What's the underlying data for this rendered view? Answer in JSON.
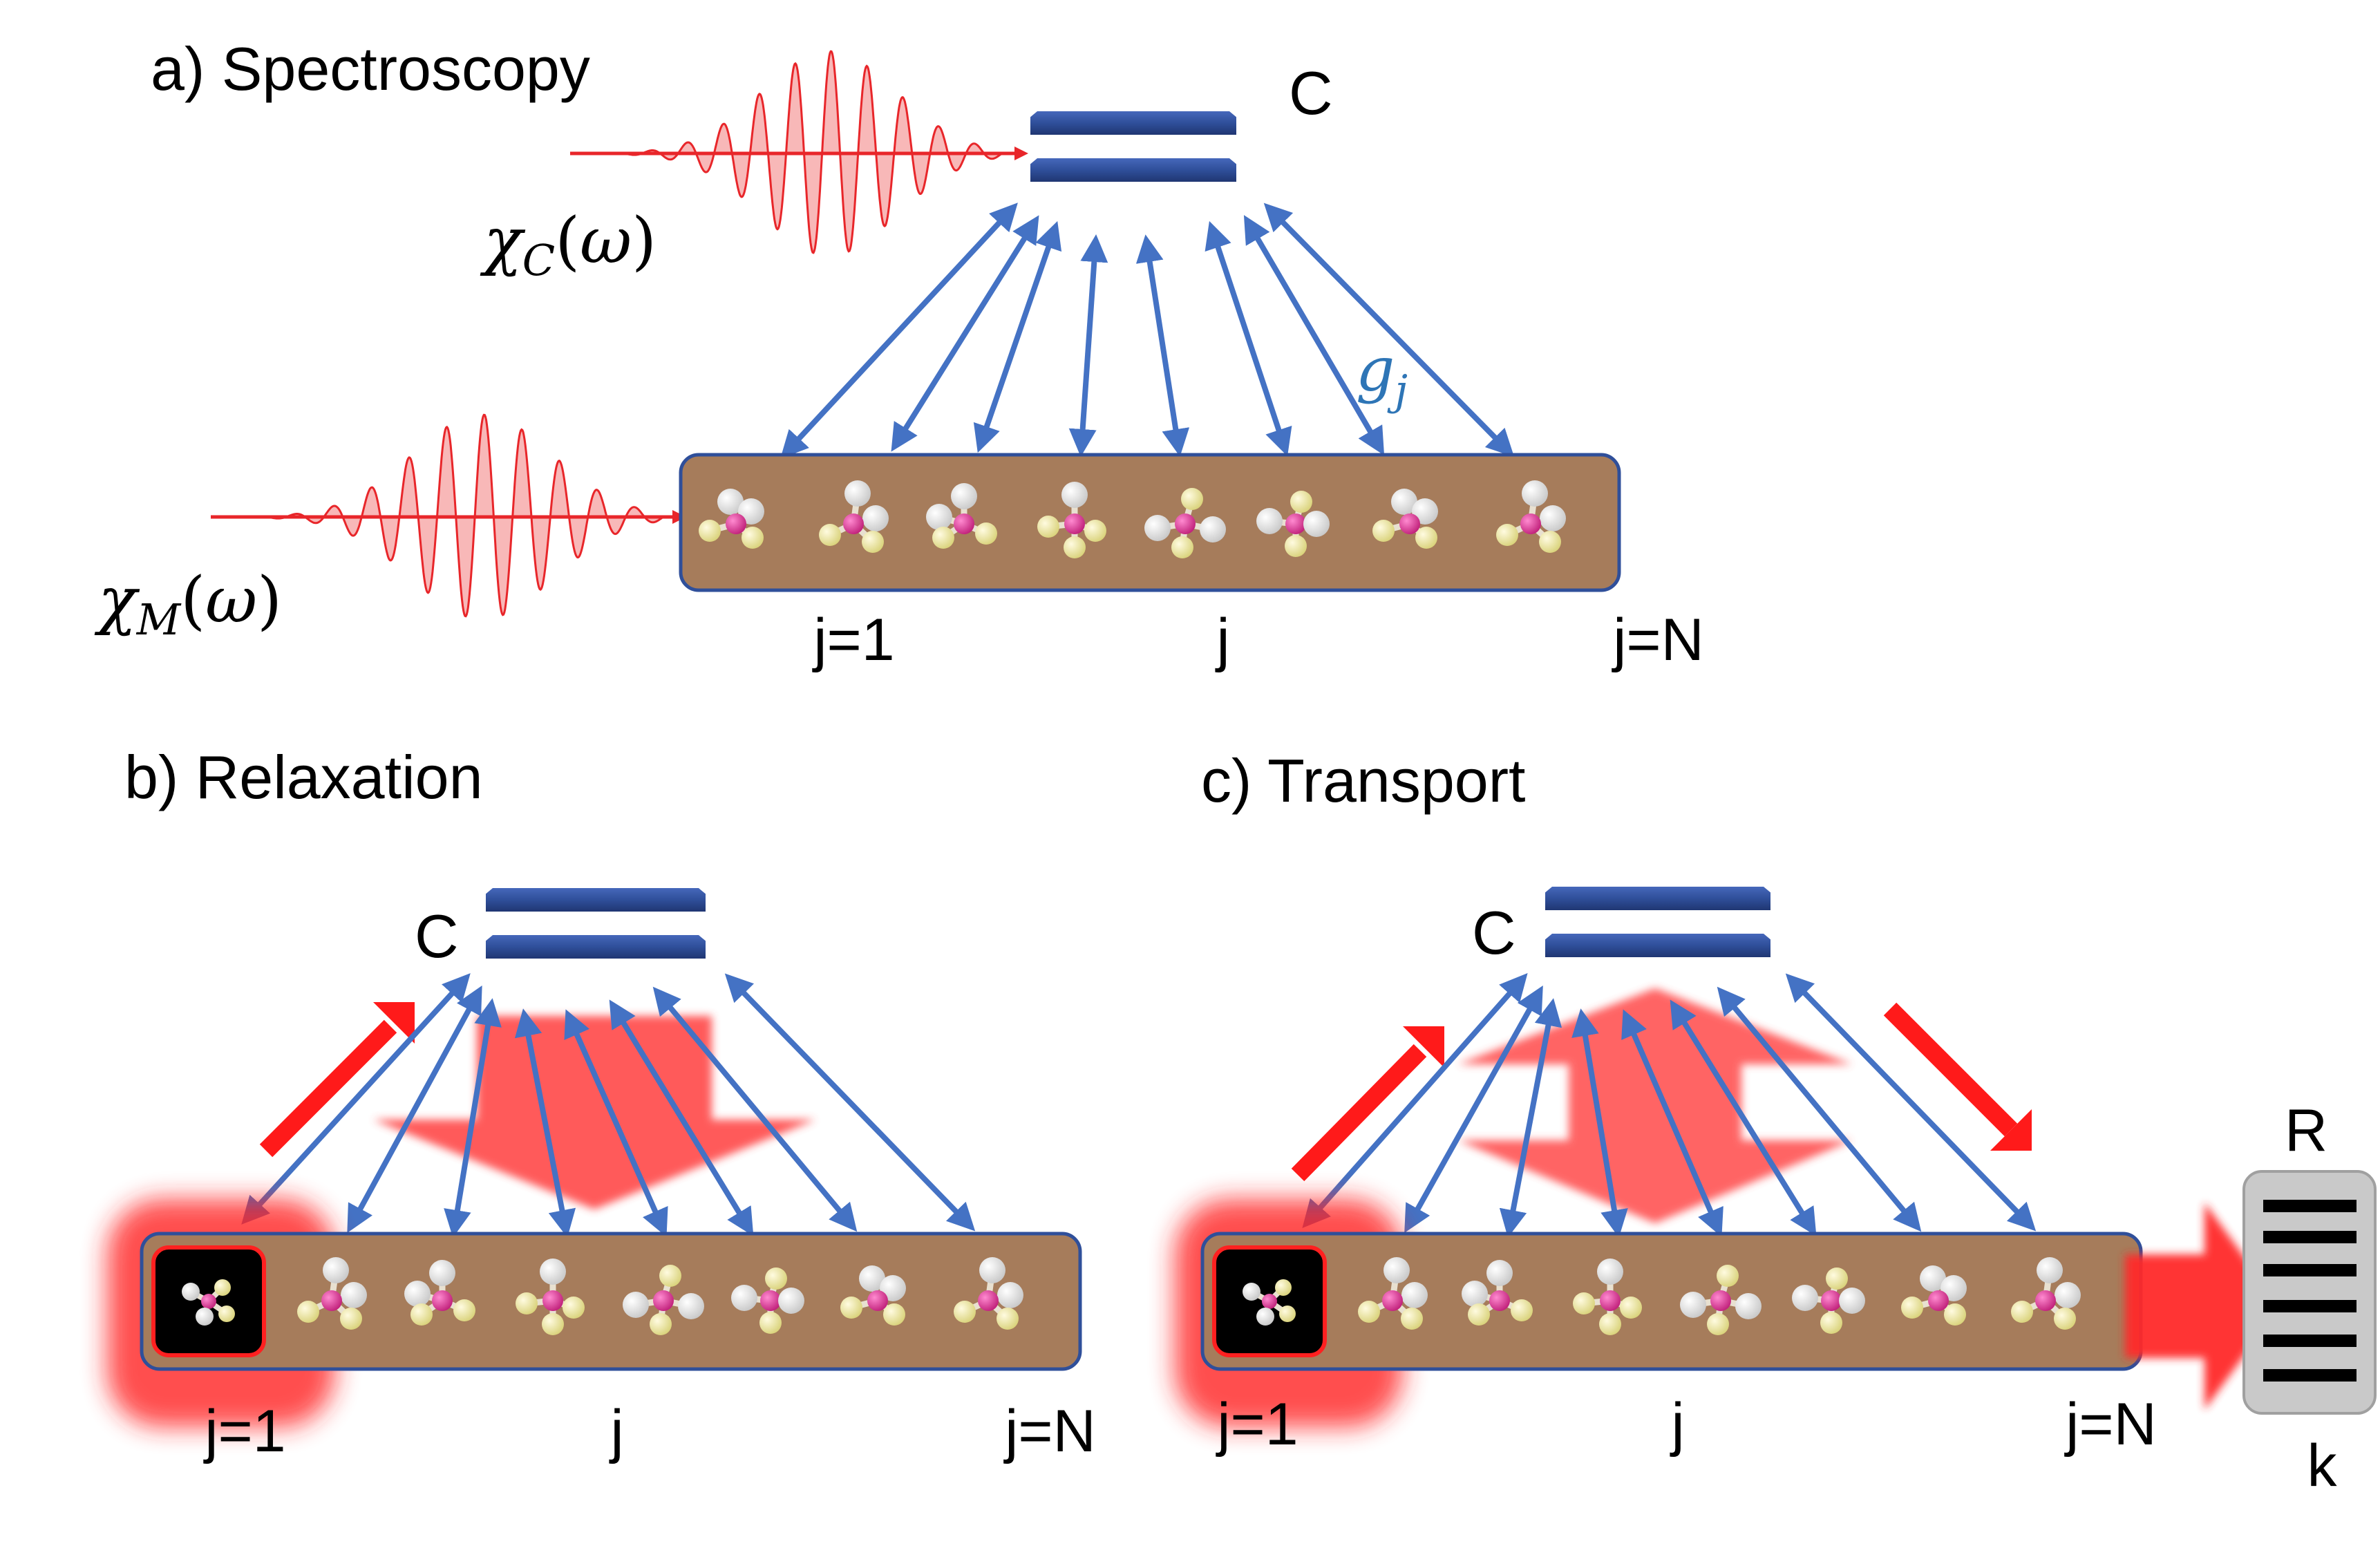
{
  "colors": {
    "coupling_arrow": "#4472c4",
    "pulse": "#e8262a",
    "pulse_fill": "#f5a0a0",
    "mirror": "#2f4f9a",
    "molecule_box": "#a67c5b",
    "molecule_box_border": "#2f4f9a",
    "flow_arrow": "#ff2a2a",
    "reservoir": "#c9c9c9",
    "g_label": "#2e75b6"
  },
  "panel_a": {
    "title": "a) Spectroscopy",
    "cavity_label": "C",
    "cavity_response": "χC(ω)",
    "molecule_response": "χM(ω)",
    "coupling_label": "gj",
    "site_first": "j=1",
    "site_middle": "j",
    "site_last": "j=N",
    "molecule_count": 8
  },
  "panel_b": {
    "title": "b)  Relaxation",
    "cavity_label": "C",
    "site_first": "j=1",
    "site_middle": "j",
    "site_last": "j=N",
    "molecule_count": 8
  },
  "panel_c": {
    "title": "c)  Transport",
    "cavity_label": "C",
    "site_first": "j=1",
    "site_middle": "j",
    "site_last": "j=N",
    "reservoir_top": "R",
    "reservoir_bottom": "k",
    "molecule_count": 8
  },
  "icons": {
    "cavity": "mirror-pair-icon",
    "molecule": "tetrahedral-molecule-icon",
    "reservoir": "energy-levels-icon",
    "pulse": "laser-pulse-icon"
  }
}
